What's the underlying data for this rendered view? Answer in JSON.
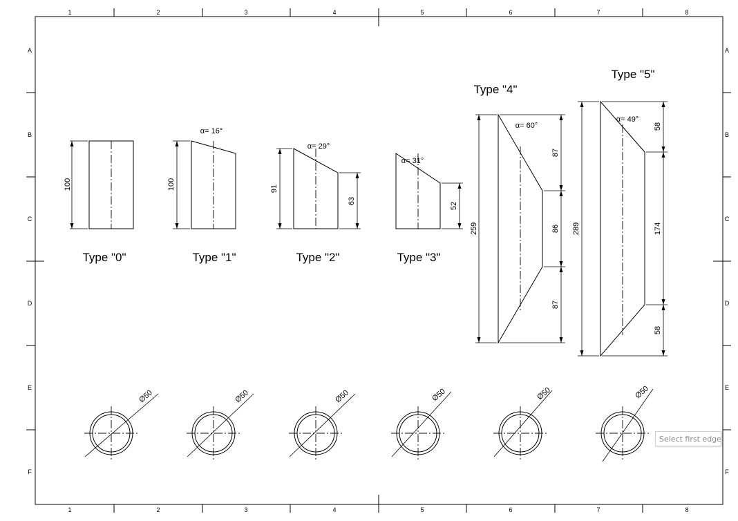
{
  "border": {
    "columns": [
      "1",
      "2",
      "3",
      "4",
      "5",
      "6",
      "7",
      "8"
    ],
    "rows": [
      "A",
      "B",
      "C",
      "D",
      "E",
      "F"
    ]
  },
  "types": [
    {
      "label": "Type \"0\"",
      "alpha": "",
      "dims": [
        "100"
      ]
    },
    {
      "label": "Type \"1\"",
      "alpha": "α= 16°",
      "dims": [
        "100"
      ]
    },
    {
      "label": "Type \"2\"",
      "alpha": "α= 29°",
      "dims": [
        "91",
        "63"
      ]
    },
    {
      "label": "Type \"3\"",
      "alpha": "α= 31°",
      "dims": [
        "52"
      ]
    },
    {
      "label": "Type \"4\"",
      "alpha": "α= 60°",
      "dims": [
        "259",
        "87",
        "86",
        "87"
      ]
    },
    {
      "label": "Type \"5\"",
      "alpha": "α= 49°",
      "dims": [
        "289",
        "58",
        "174",
        "58"
      ]
    }
  ],
  "circle_diameter_label": "Ø50",
  "tooltip": "Select first edge"
}
